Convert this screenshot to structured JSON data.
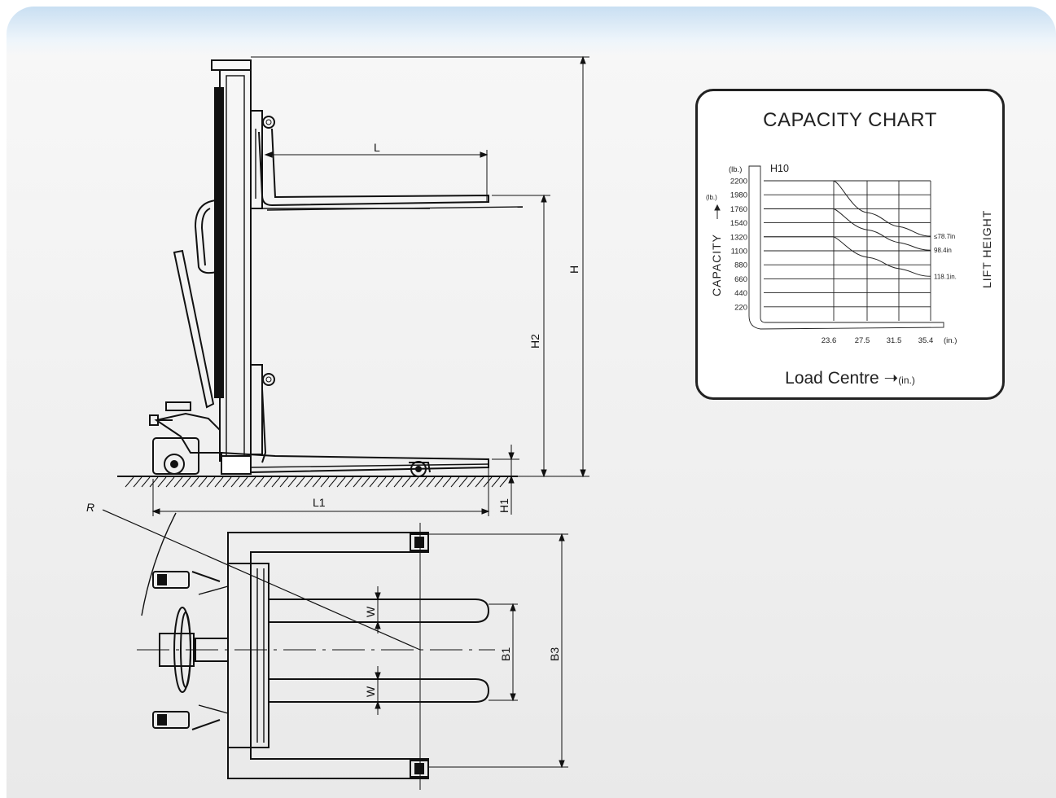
{
  "drawing": {
    "dimensions": {
      "L": "L",
      "H": "H",
      "H2": "H2",
      "L1": "L1",
      "H1": "H1",
      "R": "R",
      "W_top": "W",
      "W_bottom": "W",
      "B1": "B1",
      "B3": "B3"
    }
  },
  "capacity_chart": {
    "title": "CAPACITY CHART",
    "model": "H10",
    "y_unit": "(lb.)",
    "y_axis_label": "CAPACITY",
    "y_axis_unit": "(lb.)",
    "right_label": "LIFT HEIGHT",
    "x_axis_label": "Load Centre",
    "x_axis_unit": "(in.)",
    "x_tick_unit": "(in.)",
    "y_ticks": [
      "2200",
      "1980",
      "1760",
      "1540",
      "1320",
      "1100",
      "880",
      "660",
      "440",
      "220"
    ],
    "x_ticks": [
      "23.6",
      "27.5",
      "31.5",
      "35.4"
    ],
    "curve_labels": [
      "≤78.7in",
      "98.4in",
      "118.1in."
    ]
  },
  "chart_data": {
    "type": "line",
    "title": "CAPACITY CHART",
    "subtitle": "H10",
    "xlabel": "Load Centre (in.)",
    "ylabel": "CAPACITY (lb.)",
    "x_ticks": [
      23.6,
      27.5,
      31.5,
      35.4
    ],
    "y_ticks": [
      220,
      440,
      660,
      880,
      1100,
      1320,
      1540,
      1760,
      1980,
      2200
    ],
    "series": [
      {
        "name": "≤78.7in",
        "x": [
          0,
          23.6,
          27.5,
          31.5,
          35.4
        ],
        "y": [
          2200,
          2200,
          1700,
          1480,
          1330
        ]
      },
      {
        "name": "98.4in",
        "x": [
          0,
          23.6,
          27.5,
          31.5,
          35.4
        ],
        "y": [
          1760,
          1760,
          1430,
          1230,
          1110
        ]
      },
      {
        "name": "118.1in.",
        "x": [
          0,
          23.6,
          27.5,
          31.5,
          35.4
        ],
        "y": [
          1320,
          1320,
          1000,
          820,
          700
        ]
      }
    ]
  }
}
